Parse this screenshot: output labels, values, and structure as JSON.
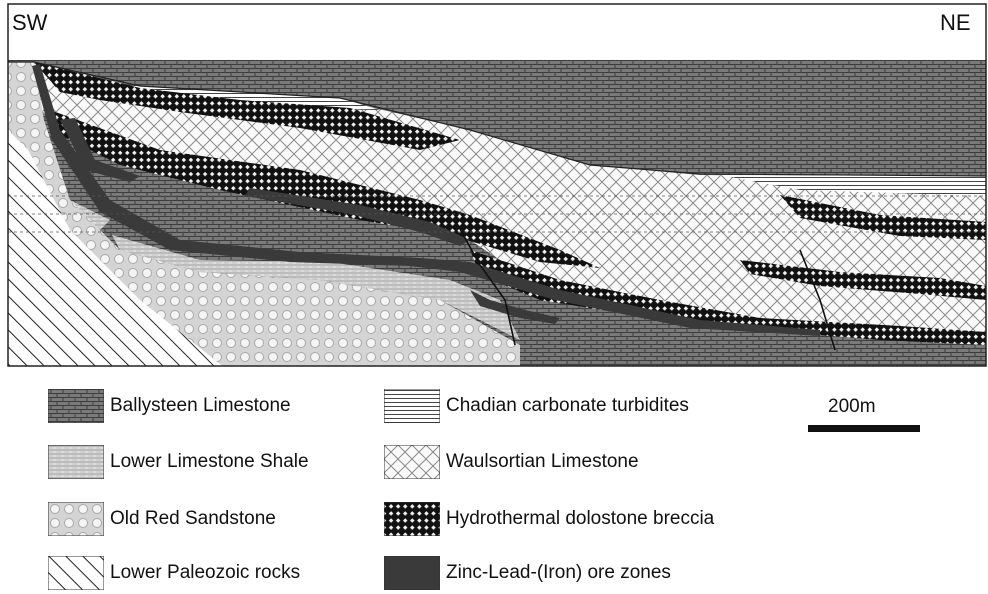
{
  "section": {
    "left_label": "SW",
    "right_label": "NE"
  },
  "legend": [
    {
      "label": "Ballysteen Limestone",
      "pattern": "brick-dark"
    },
    {
      "label": "Lower Limestone Shale",
      "pattern": "fine-lines"
    },
    {
      "label": "Old Red Sandstone",
      "pattern": "circles"
    },
    {
      "label": "Lower Paleozoic rocks",
      "pattern": "diagonal-lines"
    },
    {
      "label": "Chadian carbonate turbidites",
      "pattern": "horizontal-lines"
    },
    {
      "label": "Waulsortian Limestone",
      "pattern": "crosshatch"
    },
    {
      "label": "Hydrothermal dolostone breccia",
      "pattern": "checker-black"
    },
    {
      "label": "Zinc-Lead-(Iron) ore zones",
      "pattern": "solid-dark"
    }
  ],
  "scale": {
    "label": "200m"
  },
  "colors": {
    "ore": "#3a3a3a",
    "frame": "#222222"
  }
}
